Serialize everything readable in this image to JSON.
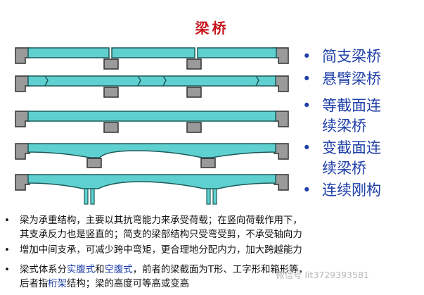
{
  "title": "梁桥",
  "bridge_types": [
    {
      "bullet": "•",
      "label": "简支梁桥"
    },
    {
      "bullet": "•",
      "label": "悬臂梁桥"
    },
    {
      "bullet": "•",
      "label": "等截面连"
    },
    {
      "bullet": "",
      "label": "续梁桥"
    },
    {
      "bullet": "•",
      "label": "变截面连"
    },
    {
      "bullet": "",
      "label": "续梁桥"
    },
    {
      "bullet": "•",
      "label": "连续刚构"
    }
  ],
  "notes": {
    "n1_line1": "梁为承重结构，主要以其抗弯能力来承受荷载；在竖向荷载作用下，",
    "n1_line2": "其支承反力也是竖直的；简支的梁部结构只受弯受剪，不承受轴向力",
    "n2": "增加中间支承，可减少跨中弯矩，更合理地分配内力，加大跨越能力",
    "n3_pre": "梁式体系分",
    "n3_solid": "实腹式",
    "n3_and": "和",
    "n3_hollow": "空腹式",
    "n3_post": "，前者的梁截面为T形、工字形和箱形等，",
    "n4_pre": "后者指",
    "n4_truss": "桁架",
    "n4_post": "结构；梁的高度可等高或变高",
    "bullet": "•"
  },
  "watermark": "微信号 lit3729393581",
  "colors": {
    "deck": "#5fd0d0",
    "deck_stroke": "#1d5a5a",
    "abutment": "#9a9a9a",
    "title": "#c8141e",
    "list": "#1f3fa8"
  },
  "icons": [
    "bridge-diagram"
  ]
}
